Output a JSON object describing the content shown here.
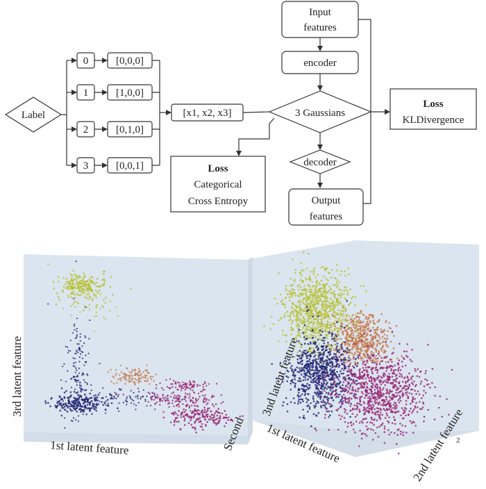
{
  "flowchart": {
    "label_node": "Label",
    "codes": [
      "0",
      "1",
      "2",
      "3"
    ],
    "onehots": [
      "[0,0,0]",
      "[1,0,0]",
      "[0,1,0]",
      "[0,0,1]"
    ],
    "combined": "[x1, x2, x3]",
    "input": [
      "Input",
      "features"
    ],
    "encoder": "encoder",
    "gaussians": "3 Gaussians",
    "decoder": "decoder",
    "output": [
      "Output",
      "features"
    ],
    "loss_kl": {
      "title": "Loss",
      "text": "KLDivergence"
    },
    "loss_ce": {
      "title": "Loss",
      "text_1": "Categorical",
      "text_2": "Cross Entropy"
    }
  },
  "plots": {
    "left": {
      "zlabel": "3rd latent feature",
      "xlabel": "1st latent feature",
      "ylabel": "Second"
    },
    "right": {
      "zlabel": "3nd latent feature",
      "xlabel": "1st latent feature",
      "ylabel": "2nd latent feature",
      "corner_mark": "2"
    }
  },
  "colors": {
    "yellow": "#b9c23a",
    "navy": "#262a78",
    "orange": "#c57a4c",
    "magenta": "#9a2a78",
    "panel": "#dde6f0"
  }
}
